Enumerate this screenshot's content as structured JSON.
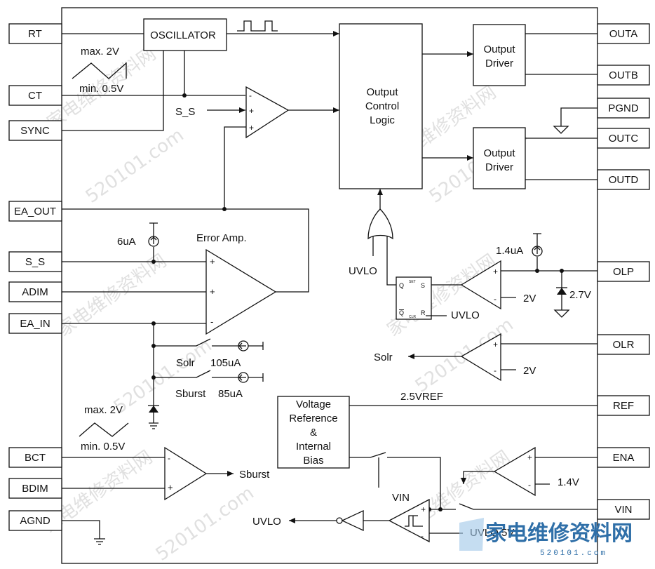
{
  "pins_left": {
    "rt": "RT",
    "ct": "CT",
    "sync": "SYNC",
    "ea_out": "EA_OUT",
    "s_s": "S_S",
    "adim": "ADIM",
    "ea_in": "EA_IN",
    "bct": "BCT",
    "bdim": "BDIM",
    "agnd": "AGND"
  },
  "pins_right": {
    "outa": "OUTA",
    "outb": "OUTB",
    "pgnd": "PGND",
    "outc": "OUTC",
    "outd": "OUTD",
    "olp": "OLP",
    "olr": "OLR",
    "ref": "REF",
    "ena": "ENA",
    "vin": "VIN"
  },
  "blocks": {
    "oscillator": "OSCILLATOR",
    "output_control_logic": [
      "Output",
      "Control",
      "Logic"
    ],
    "output_driver_top": [
      "Output",
      "Driver"
    ],
    "output_driver_bottom": [
      "Output",
      "Driver"
    ],
    "voltage_reference": [
      "Voltage",
      "Reference",
      "&",
      "Internal",
      "Bias"
    ],
    "error_amp": "Error Amp."
  },
  "labels": {
    "osc_max": "max. 2V",
    "osc_min": "min. 0.5V",
    "burst_max": "max. 2V",
    "burst_min": "min. 0.5V",
    "s_s_input": "S_S",
    "current_6ua": "6uA",
    "current_1_4ua": "1.4uA",
    "uvlo_or": "UVLO",
    "uvlo_ff_reset": "UVLO",
    "olp_ref": "2V",
    "zener_2_7v": "2.7V",
    "solr_out": "Solr",
    "olr_ref": "2V",
    "solr_switch": "Solr",
    "current_105ua": "105uA",
    "sburst_switch": "Sburst",
    "current_85ua": "85uA",
    "sburst_out": "Sburst",
    "vref_net": "2.5VREF",
    "ena_ref": "1.4V",
    "vin_comp": "VIN",
    "uvlo_out": "UVLO",
    "uvlo_5v": "UVLO 5V",
    "ff_q": "Q",
    "ff_s": "S",
    "ff_qbar": "Q",
    "ff_r": "R",
    "ff_set": "SET",
    "ff_clr": "CLR"
  },
  "watermark": {
    "text_cn": "家电维修资料网",
    "text_url": "520101.com",
    "logo_cn": "家电维修资料网",
    "logo_url": "520101.com"
  }
}
